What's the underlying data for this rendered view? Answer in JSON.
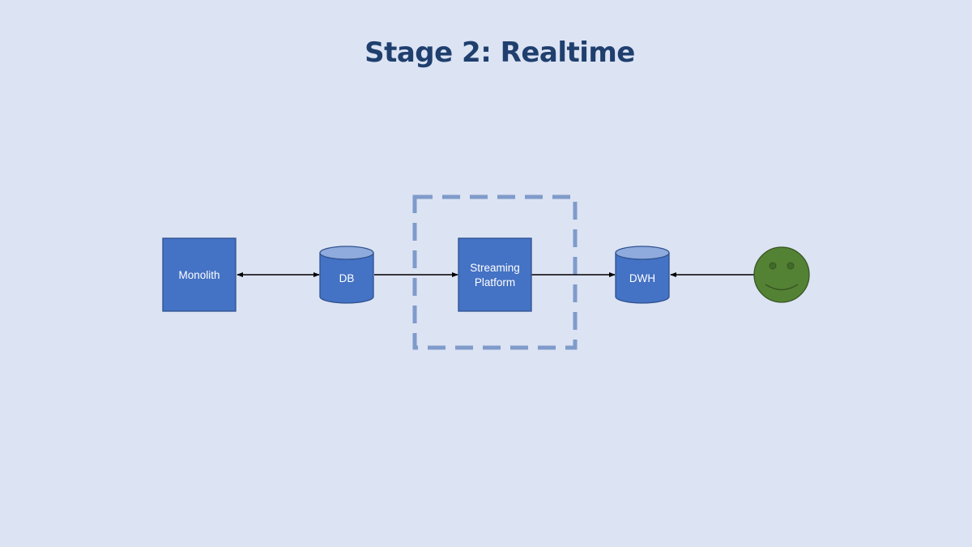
{
  "slide": {
    "title": "Stage 2: Realtime"
  },
  "nodes": {
    "monolith": {
      "label": "Monolith"
    },
    "db": {
      "label": "DB"
    },
    "streaming": {
      "label_line1": "Streaming",
      "label_line2": "Platform"
    },
    "dwh": {
      "label": "DWH"
    },
    "user": {
      "icon": "smiley-face-icon"
    }
  },
  "colors": {
    "background": "#dce3f3",
    "title": "#1f3f6e",
    "box_fill": "#4472c4",
    "box_stroke": "#2f528f",
    "cylinder_top": "#8faadc",
    "highlight_dash": "#7f9bca",
    "smiley_fill": "#548235",
    "smiley_stroke": "#375623",
    "arrow": "#000000"
  }
}
